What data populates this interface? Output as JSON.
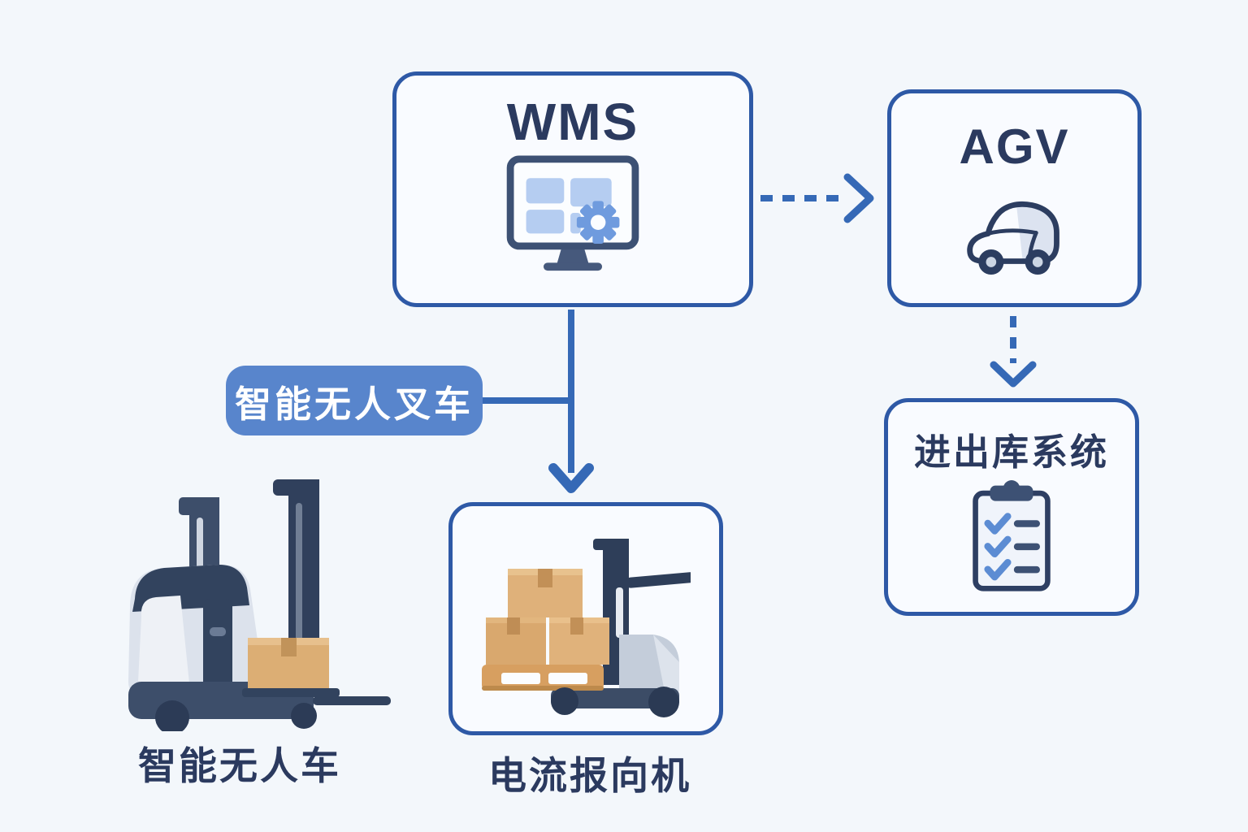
{
  "diagram": {
    "nodes": [
      {
        "id": "wms",
        "title": "WMS",
        "icon": "monitor-gear-icon"
      },
      {
        "id": "agv",
        "title": "AGV",
        "icon": "agv-car-icon"
      },
      {
        "id": "warehouse-io",
        "title": "进出库系统",
        "icon": "clipboard-checklist-icon"
      },
      {
        "id": "forklift-station",
        "title": "",
        "icon": "pallet-truck-illustration"
      }
    ],
    "badge": {
      "label": "智能无人叉车"
    },
    "captions": [
      {
        "id": "left",
        "text": "智能无人车"
      },
      {
        "id": "center",
        "text": "电流报向机"
      }
    ],
    "connectors": [
      {
        "id": "wms-to-agv",
        "from": "WMS",
        "to": "AGV",
        "style": "dashed",
        "direction": "right"
      },
      {
        "id": "agv-to-warehouse-io",
        "from": "AGV",
        "to": "进出库系统",
        "style": "dashed",
        "direction": "down"
      },
      {
        "id": "wms-to-station",
        "from": "WMS",
        "to": "电流报向机",
        "style": "solid",
        "direction": "down"
      },
      {
        "id": "badge-to-station-line",
        "from": "智能无人叉车",
        "to": "wms-to-station",
        "style": "solid",
        "direction": "right"
      }
    ],
    "palette": {
      "background": "#f3f7fb",
      "node_background": "#f9fbff",
      "node_border": "#2e59a6",
      "title_text": "#2b3a5f",
      "badge_background": "#5885cc",
      "badge_text": "#ffffff",
      "connector": "#3569b6",
      "icon_blue": "#6f9bde",
      "icon_light_blue": "#b5cdf1",
      "icon_navy": "#3d5174",
      "cargo_tan": "#dfb17a",
      "pallet_tan": "#d79f60",
      "machine_gray": "#c6cfdc",
      "machine_navy": "#32435e"
    }
  }
}
